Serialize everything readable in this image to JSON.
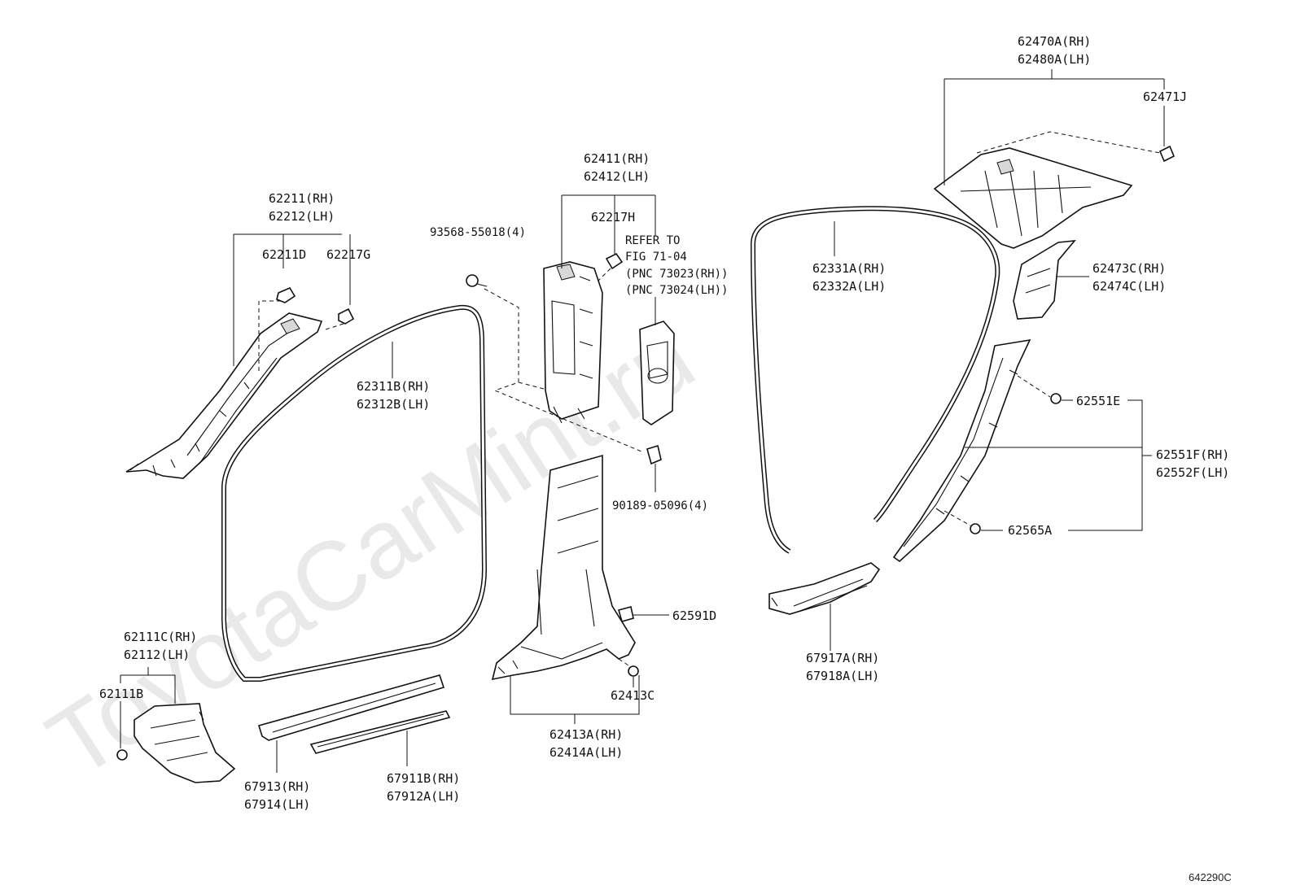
{
  "watermark": "ToyotaCarMint.ru",
  "figure_code": "642290C",
  "labels": {
    "p62211": "62211(RH)",
    "p62212": "62212(LH)",
    "p62211D": "62211D",
    "p62217G": "62217G",
    "p93568": "93568-55018(4)",
    "p62411": "62411(RH)",
    "p62412": "62412(LH)",
    "p62217H": "62217H",
    "refer1": "REFER TO",
    "refer2": "FIG 71-04",
    "refer3": "(PNC 73023(RH))",
    "refer4": "(PNC 73024(LH))",
    "p62311B": "62311B(RH)",
    "p62312B": "62312B(LH)",
    "p90189": "90189-05096(4)",
    "p62331A": "62331A(RH)",
    "p62332A": "62332A(LH)",
    "p62470A": "62470A(RH)",
    "p62480A": "62480A(LH)",
    "p62471J": "62471J",
    "p62473C": "62473C(RH)",
    "p62474C": "62474C(LH)",
    "p62551E": "62551E",
    "p62551F": "62551F(RH)",
    "p62552F": "62552F(LH)",
    "p62565A": "62565A",
    "p62591D": "62591D",
    "p62413C": "62413C",
    "p62413A": "62413A(RH)",
    "p62414A": "62414A(LH)",
    "p62111C": "62111C(RH)",
    "p62112": "62112(LH)",
    "p62111B": "62111B",
    "p67913": "67913(RH)",
    "p67914": "67914(LH)",
    "p67911B": "67911B(RH)",
    "p67912A": "67912A(LH)",
    "p67917A": "67917A(RH)",
    "p67918A": "67918A(LH)"
  }
}
